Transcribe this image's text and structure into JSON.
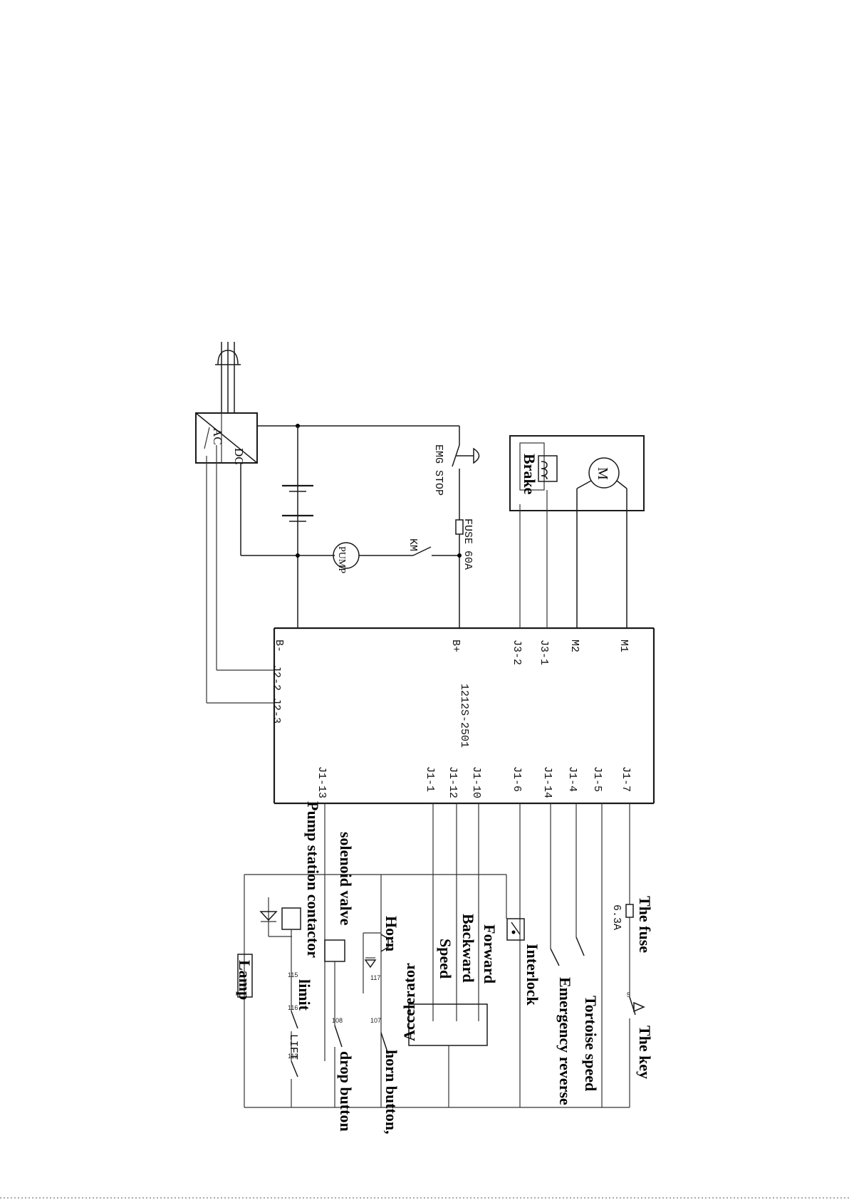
{
  "converter": {
    "ac": "AC",
    "dc": "DC"
  },
  "components": {
    "emg_stop": "EMG STOP",
    "fuse_main": "FUSE 60A",
    "km": "KM",
    "pump": "PUMP",
    "motor": "M",
    "brake": "Brake",
    "controller": "1212S-2501",
    "fuse_small": "6.3A"
  },
  "terminals": {
    "b_minus": "B-",
    "b_plus": "B+",
    "j3_2": "J3-2",
    "j3_1": "J3-1",
    "m2": "M2",
    "m1": "M1",
    "j2_2": "J2-2",
    "j2_3": "J2-3",
    "j1_13": "J1-13",
    "j1_1": "J1-1",
    "j1_12": "J1-12",
    "j1_10": "J1-10",
    "j1_6": "J1-6",
    "j1_14": "J1-14",
    "j1_4": "J1-4",
    "j1_5": "J1-5",
    "j1_7": "J1-7"
  },
  "labels": {
    "the_fuse": "The fuse",
    "the_key": "The key",
    "tortoise_speed": "Tortoise speed",
    "emergency_reverse": "Emergency reverse",
    "interlock": "Interlock",
    "forward": "Forward",
    "backward": "Backward",
    "speed": "Speed",
    "accelerator": "Accelerator",
    "horn": "Horn",
    "horn_button": "horn button,",
    "solenoid_valve": "solenoid valve",
    "drop_button": "drop button",
    "pump_station_contactor": "Pump station contactor",
    "limit": "limit",
    "lift": "LIFT",
    "lamp": "Lamp"
  }
}
